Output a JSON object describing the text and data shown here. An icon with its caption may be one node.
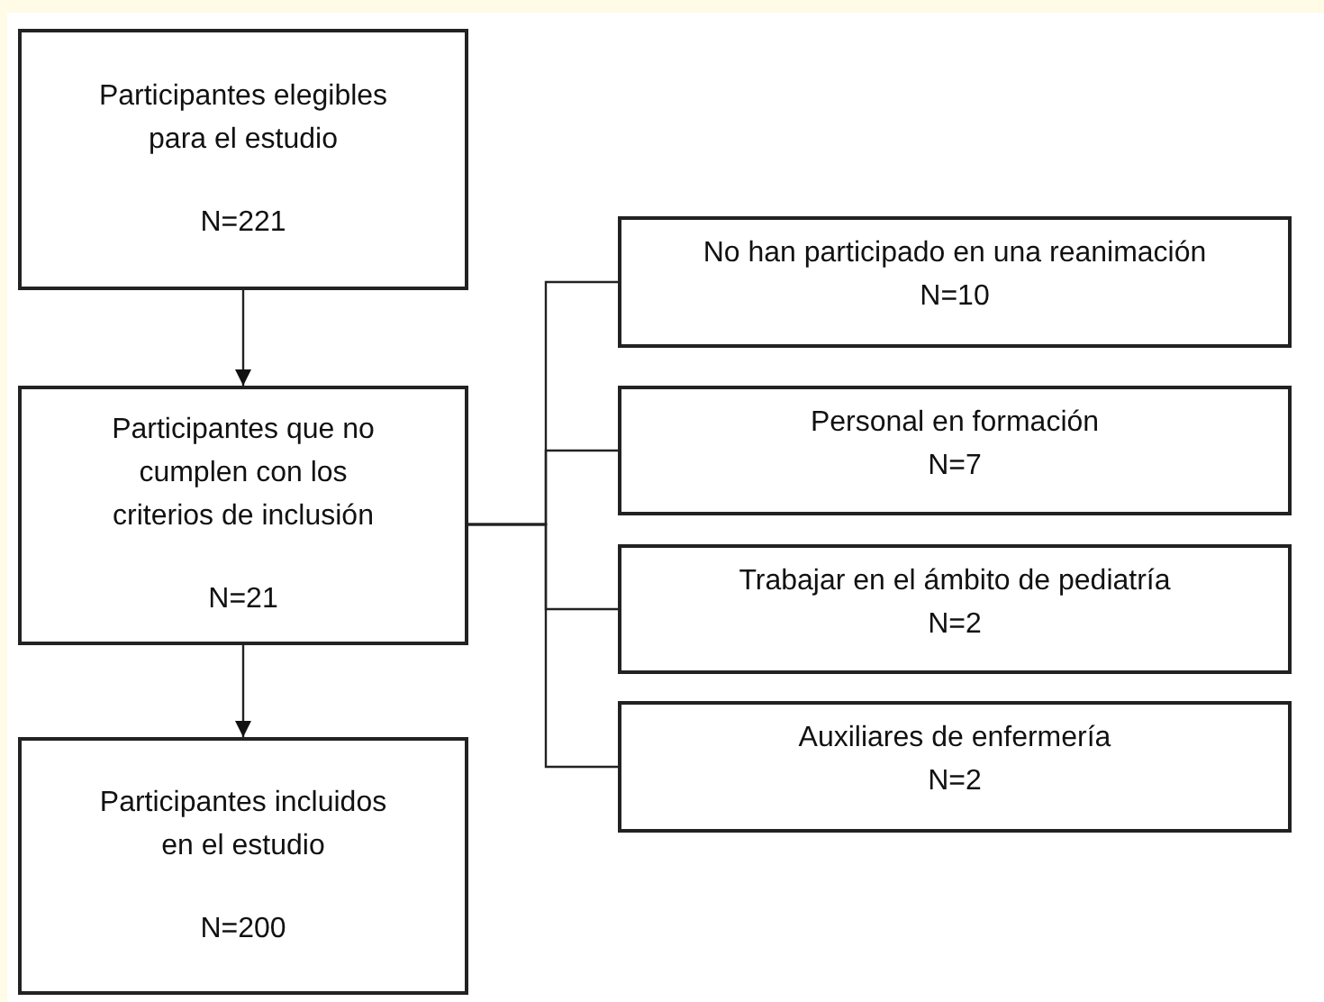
{
  "diagram": {
    "nodes": [
      {
        "text": [
          "Participantes elegibles para el estudio",
          "N=221"
        ]
      },
      {
        "text": [
          "Participantes que no cumplen con los criterios de inclusión",
          "N=21"
        ]
      },
      {
        "text": [
          "Participantes incluidos en el estudio",
          "N=200"
        ]
      },
      {
        "text": [
          "No han participado en una reanimación",
          "N=10"
        ]
      },
      {
        "text": [
          "Personal en formación",
          "N=7"
        ]
      },
      {
        "text": [
          "Trabajar en el ámbito de pediatría",
          "N=2"
        ]
      },
      {
        "text": [
          "Auxiliares de enfermería",
          "N=2"
        ]
      }
    ],
    "edges": [
      {
        "from": 0,
        "to": 1,
        "arrow": "to"
      },
      {
        "from": 1,
        "to": 2,
        "arrow": "to"
      },
      {
        "from": 1,
        "to": 3,
        "arrow": "none"
      },
      {
        "from": 1,
        "to": 4,
        "arrow": "none"
      },
      {
        "from": 1,
        "to": 5,
        "arrow": "none"
      },
      {
        "from": 1,
        "to": 6,
        "arrow": "none"
      }
    ]
  }
}
